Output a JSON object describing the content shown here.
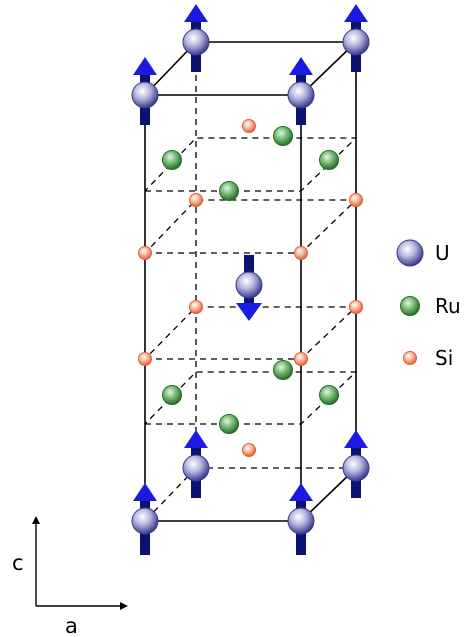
{
  "legend": {
    "items": [
      {
        "symbol": "U",
        "color": "#5a5aa8"
      },
      {
        "symbol": "Ru",
        "color": "#3f8f3f"
      },
      {
        "symbol": "Si",
        "color": "#f07a52"
      }
    ]
  },
  "axes": {
    "vertical_label": "c",
    "horizontal_label": "a"
  },
  "colors": {
    "uranium": "#5a5aa8",
    "ruthenium": "#3f8f3f",
    "silicon": "#f07a52",
    "moment_arrow": "#1a1ae0",
    "moment_stem": "#0a1370",
    "cell_edge": "#000000"
  }
}
